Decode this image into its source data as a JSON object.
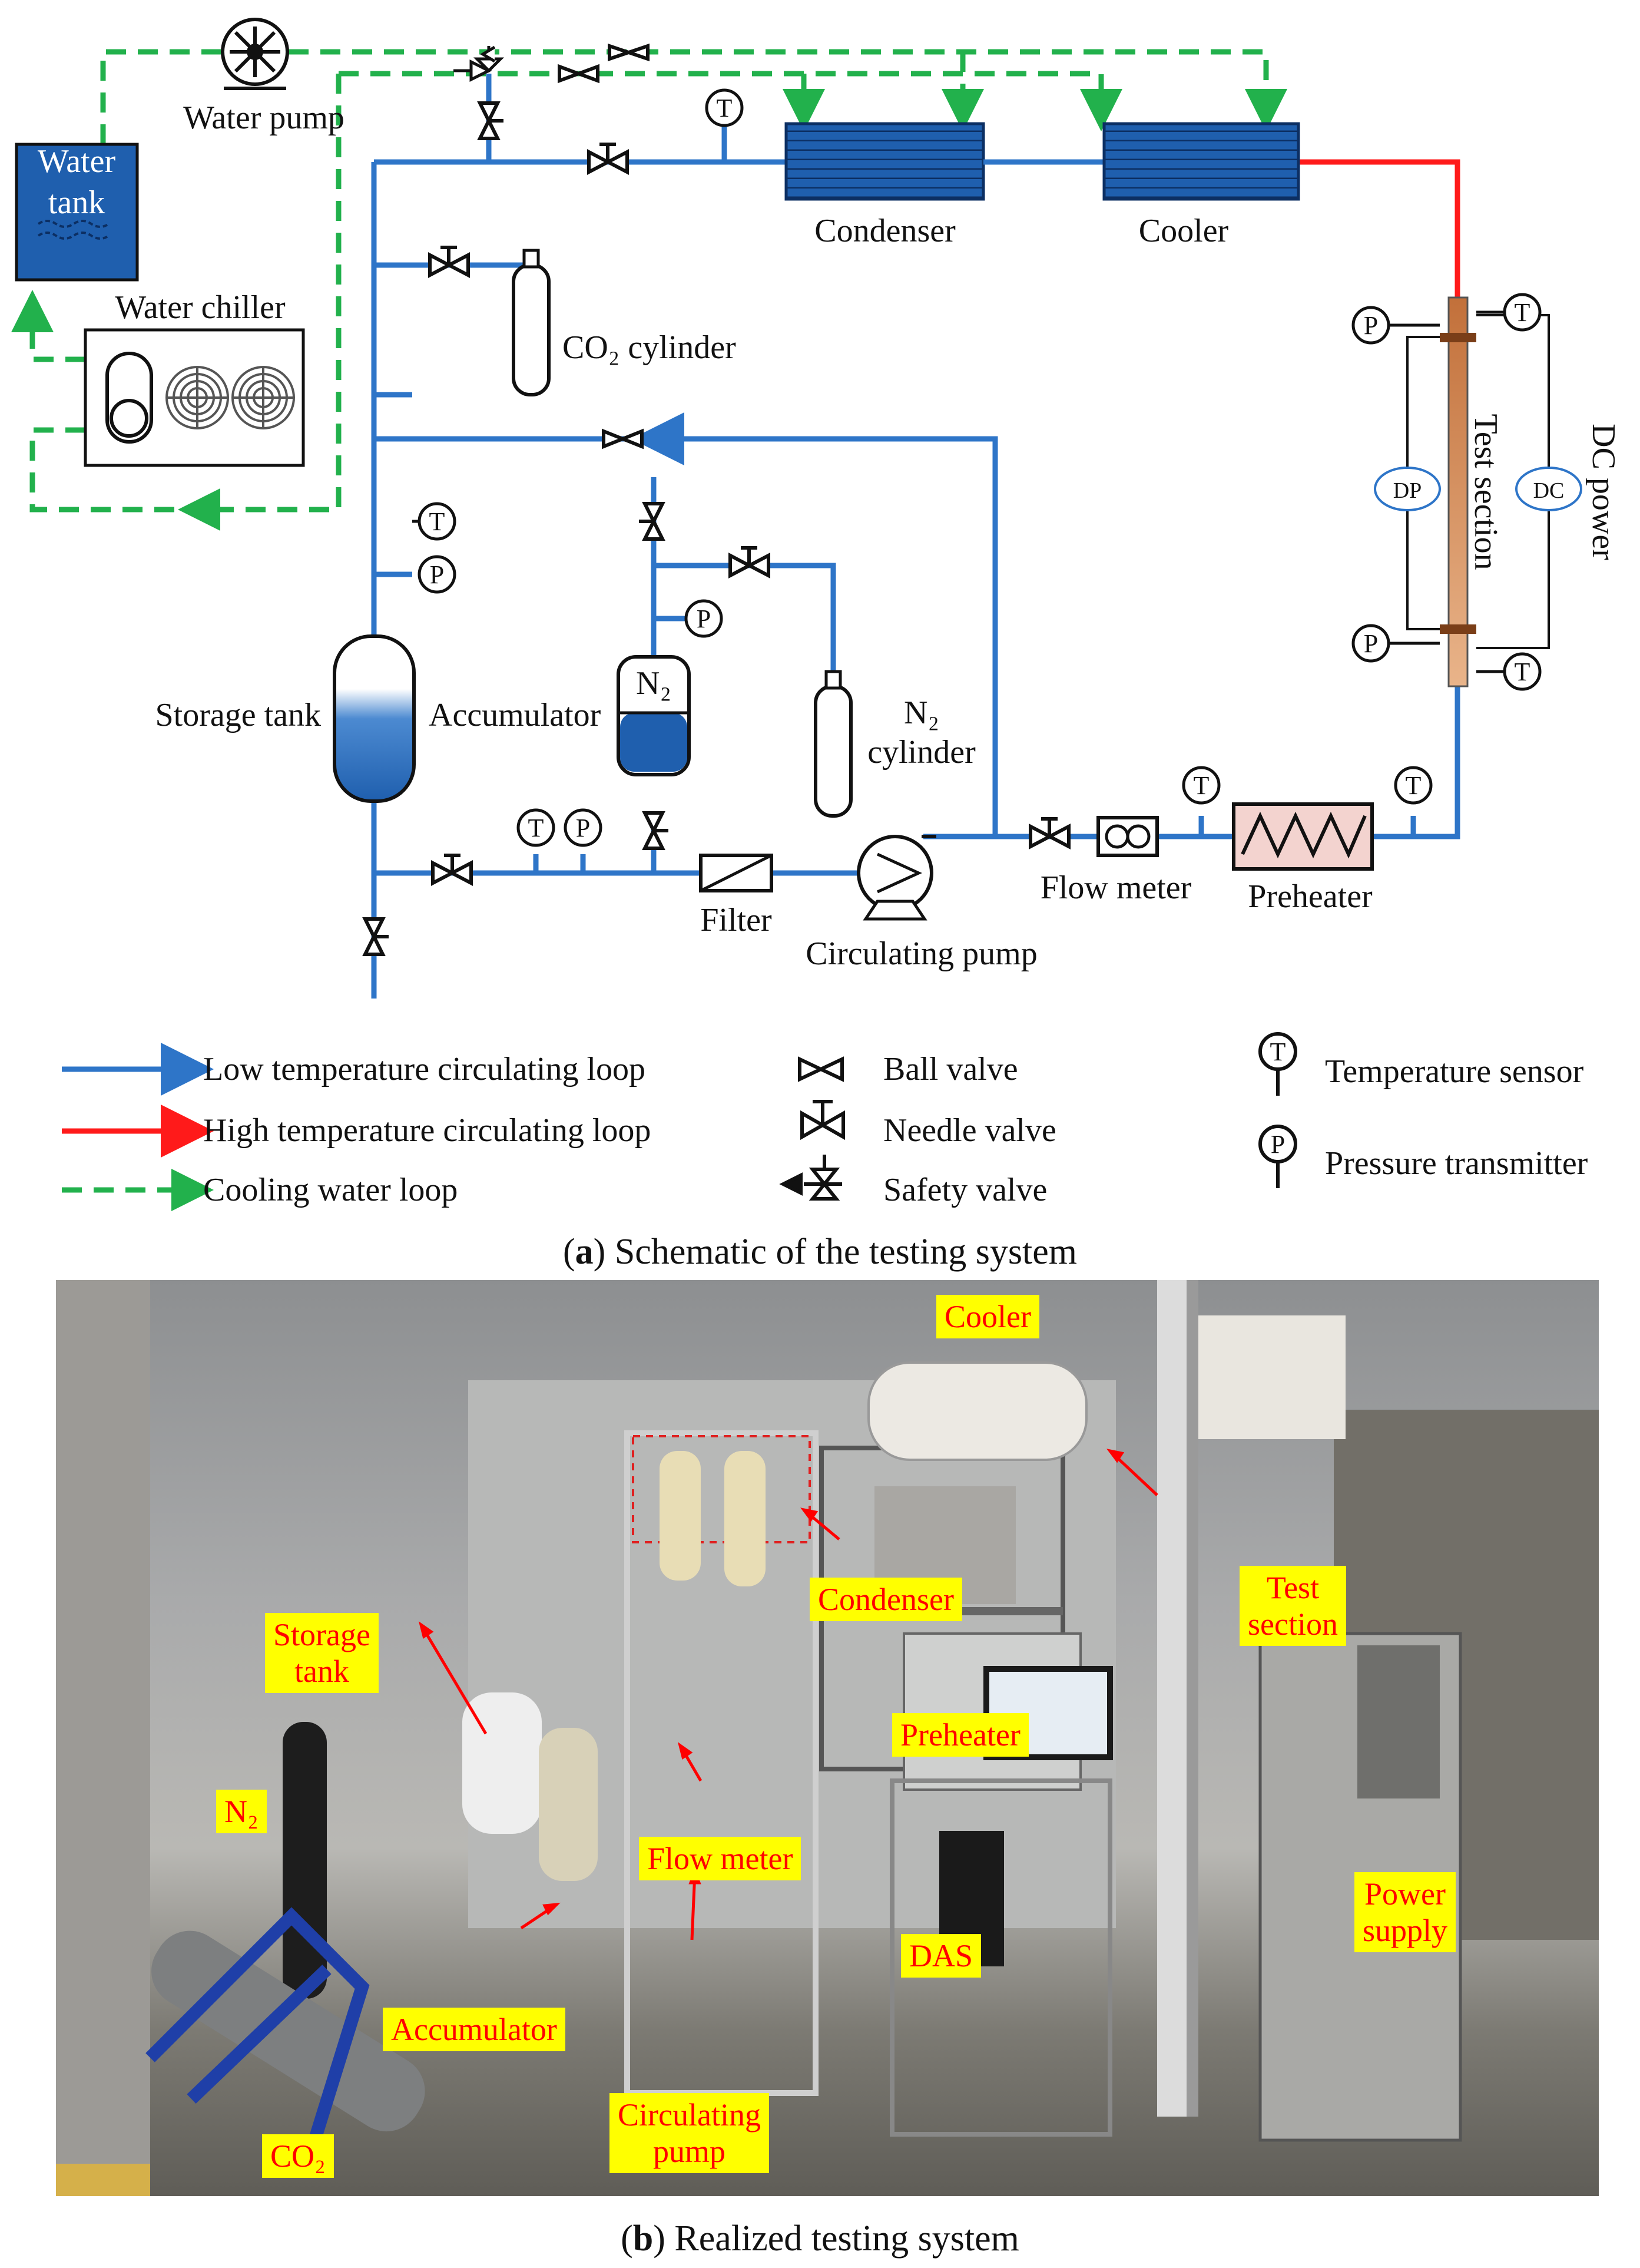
{
  "schematic": {
    "components": {
      "water_tank": "Water tank",
      "water_pump": "Water pump",
      "water_chiller": "Water chiller",
      "condenser": "Condenser",
      "cooler": "Cooler",
      "co2_cylinder": "CO₂ cylinder",
      "test_section": "Test section",
      "dc_power": "DC power",
      "dp": "DP",
      "dc": "DC",
      "storage_tank": "Storage tank",
      "accumulator": "Accumulator",
      "n2_label": "N₂",
      "n2_cylinder_l1": "N₂",
      "n2_cylinder_l2": "cylinder",
      "filter": "Filter",
      "circulating_pump": "Circulating pump",
      "flow_meter": "Flow meter",
      "preheater": "Preheater"
    },
    "sensor_letters": {
      "temperature": "T",
      "pressure": "P"
    },
    "legend": {
      "low_loop": "Low temperature circulating loop",
      "high_loop": "High temperature circulating loop",
      "cooling_loop": "Cooling water loop",
      "ball_valve": "Ball valve",
      "needle_valve": "Needle valve",
      "safety_valve": "Safety valve",
      "temp_sensor": "Temperature sensor",
      "pressure_tx": "Pressure transmitter"
    },
    "colors": {
      "low_loop": "#2e75c8",
      "high_loop": "#ff1a1a",
      "cooling_loop": "#22b14c",
      "vessel_blue": "#1f5fae"
    }
  },
  "caption_a": {
    "letter": "a",
    "text": "Schematic of the testing system"
  },
  "photo": {
    "labels": {
      "cooler": "Cooler",
      "condenser": "Condenser",
      "test_section_l1": "Test",
      "test_section_l2": "section",
      "storage_tank_l1": "Storage",
      "storage_tank_l2": "tank",
      "preheater": "Preheater",
      "n2": "N₂",
      "flow_meter": "Flow meter",
      "das": "DAS",
      "power_supply_l1": "Power",
      "power_supply_l2": "supply",
      "accumulator": "Accumulator",
      "circulating_pump_l1": "Circulating",
      "circulating_pump_l2": "pump",
      "co2": "CO₂"
    },
    "label_colors": {
      "background": "#ffff00",
      "text": "#ff0000",
      "arrow": "#ff0000"
    }
  },
  "caption_b": {
    "letter": "b",
    "text": "Realized testing system"
  }
}
